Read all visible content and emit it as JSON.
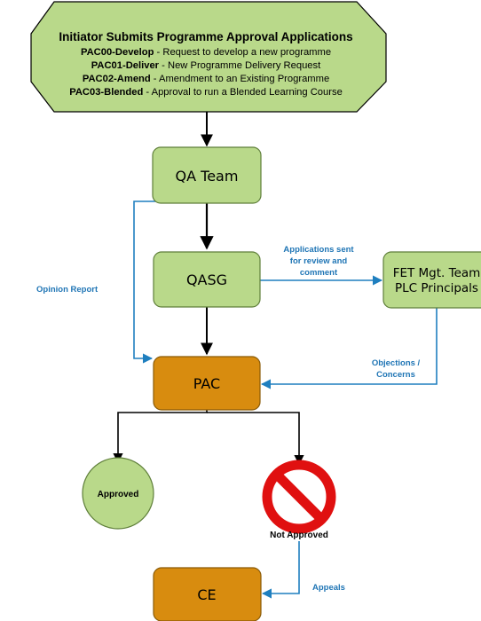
{
  "colors": {
    "green_fill": "#b9d98a",
    "green_stroke": "#5f7f3a",
    "orange_fill": "#d88c0f",
    "orange_stroke": "#8a5a06",
    "blue_connector": "#1f7fbf",
    "blue_label": "#1f75b5",
    "stop_red": "#e01010"
  },
  "start_node": {
    "title": "Initiator Submits Programme Approval Applications",
    "lines": [
      {
        "code": "PAC00-Develop",
        "text": " - Request to develop a new programme"
      },
      {
        "code": "PAC01-Deliver",
        "text": " - New Programme Delivery Request"
      },
      {
        "code": "PAC02-Amend",
        "text": " - Amendment to an Existing Programme"
      },
      {
        "code": "PAC03-Blended",
        "text": " - Approval to run a Blended Learning Course"
      }
    ]
  },
  "nodes": {
    "qa_team": "QA Team",
    "qasg": "QASG",
    "fet_line1": "FET Mgt. Team",
    "fet_line2": "PLC Principals",
    "pac": "PAC",
    "approved": "Approved",
    "not_approved": "Not Approved",
    "ce": "CE"
  },
  "icons": {
    "not_approved": "prohibited-sign-icon"
  },
  "labels": {
    "opinion_report": "Opinion Report",
    "applications_sent_1": "Applications sent",
    "applications_sent_2": "for review and",
    "applications_sent_3": "comment",
    "objections_1": "Objections /",
    "objections_2": "Concerns",
    "appeals": "Appeals"
  }
}
